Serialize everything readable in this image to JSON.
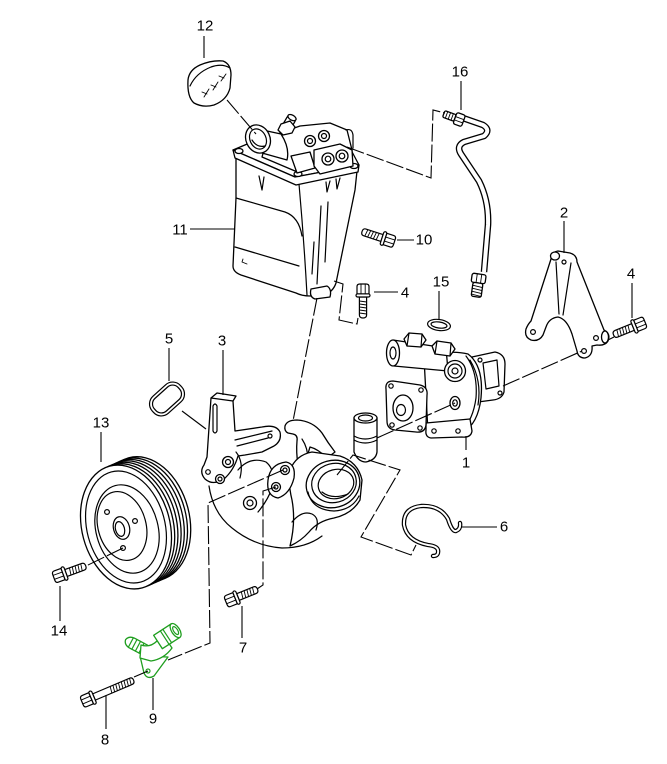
{
  "diagram": {
    "highlighted_callout": "9",
    "highlight_color": "#1e9e1e",
    "callouts": [
      {
        "label": "1"
      },
      {
        "label": "2"
      },
      {
        "label": "3"
      },
      {
        "label": "4"
      },
      {
        "label": "4"
      },
      {
        "label": "5"
      },
      {
        "label": "6"
      },
      {
        "label": "7"
      },
      {
        "label": "8"
      },
      {
        "label": "9"
      },
      {
        "label": "10"
      },
      {
        "label": "11"
      },
      {
        "label": "12"
      },
      {
        "label": "13"
      },
      {
        "label": "14"
      },
      {
        "label": "15"
      },
      {
        "label": "16"
      }
    ]
  }
}
